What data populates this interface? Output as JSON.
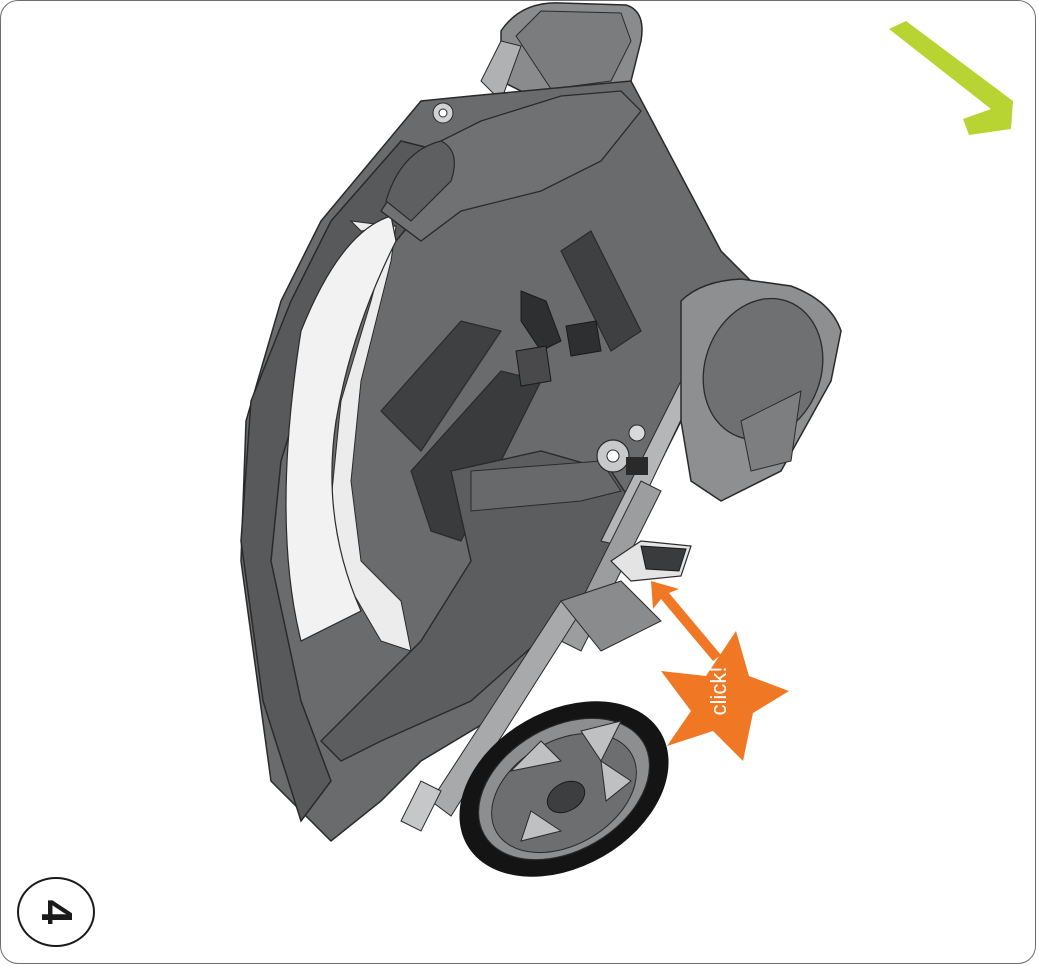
{
  "step": {
    "number": "4"
  },
  "callout": {
    "text": "click!"
  },
  "colors": {
    "accent_orange": "#f07724",
    "accent_green": "#b8d432",
    "fabric_dark": "#5a5b5d",
    "fabric_mid": "#7a7b7d",
    "liner": "#ececec",
    "frame": "#9fa0a2",
    "tire": "#111111"
  },
  "icons": [
    "stroller-illustration",
    "click-starburst",
    "arrow",
    "next-page-chevron"
  ]
}
